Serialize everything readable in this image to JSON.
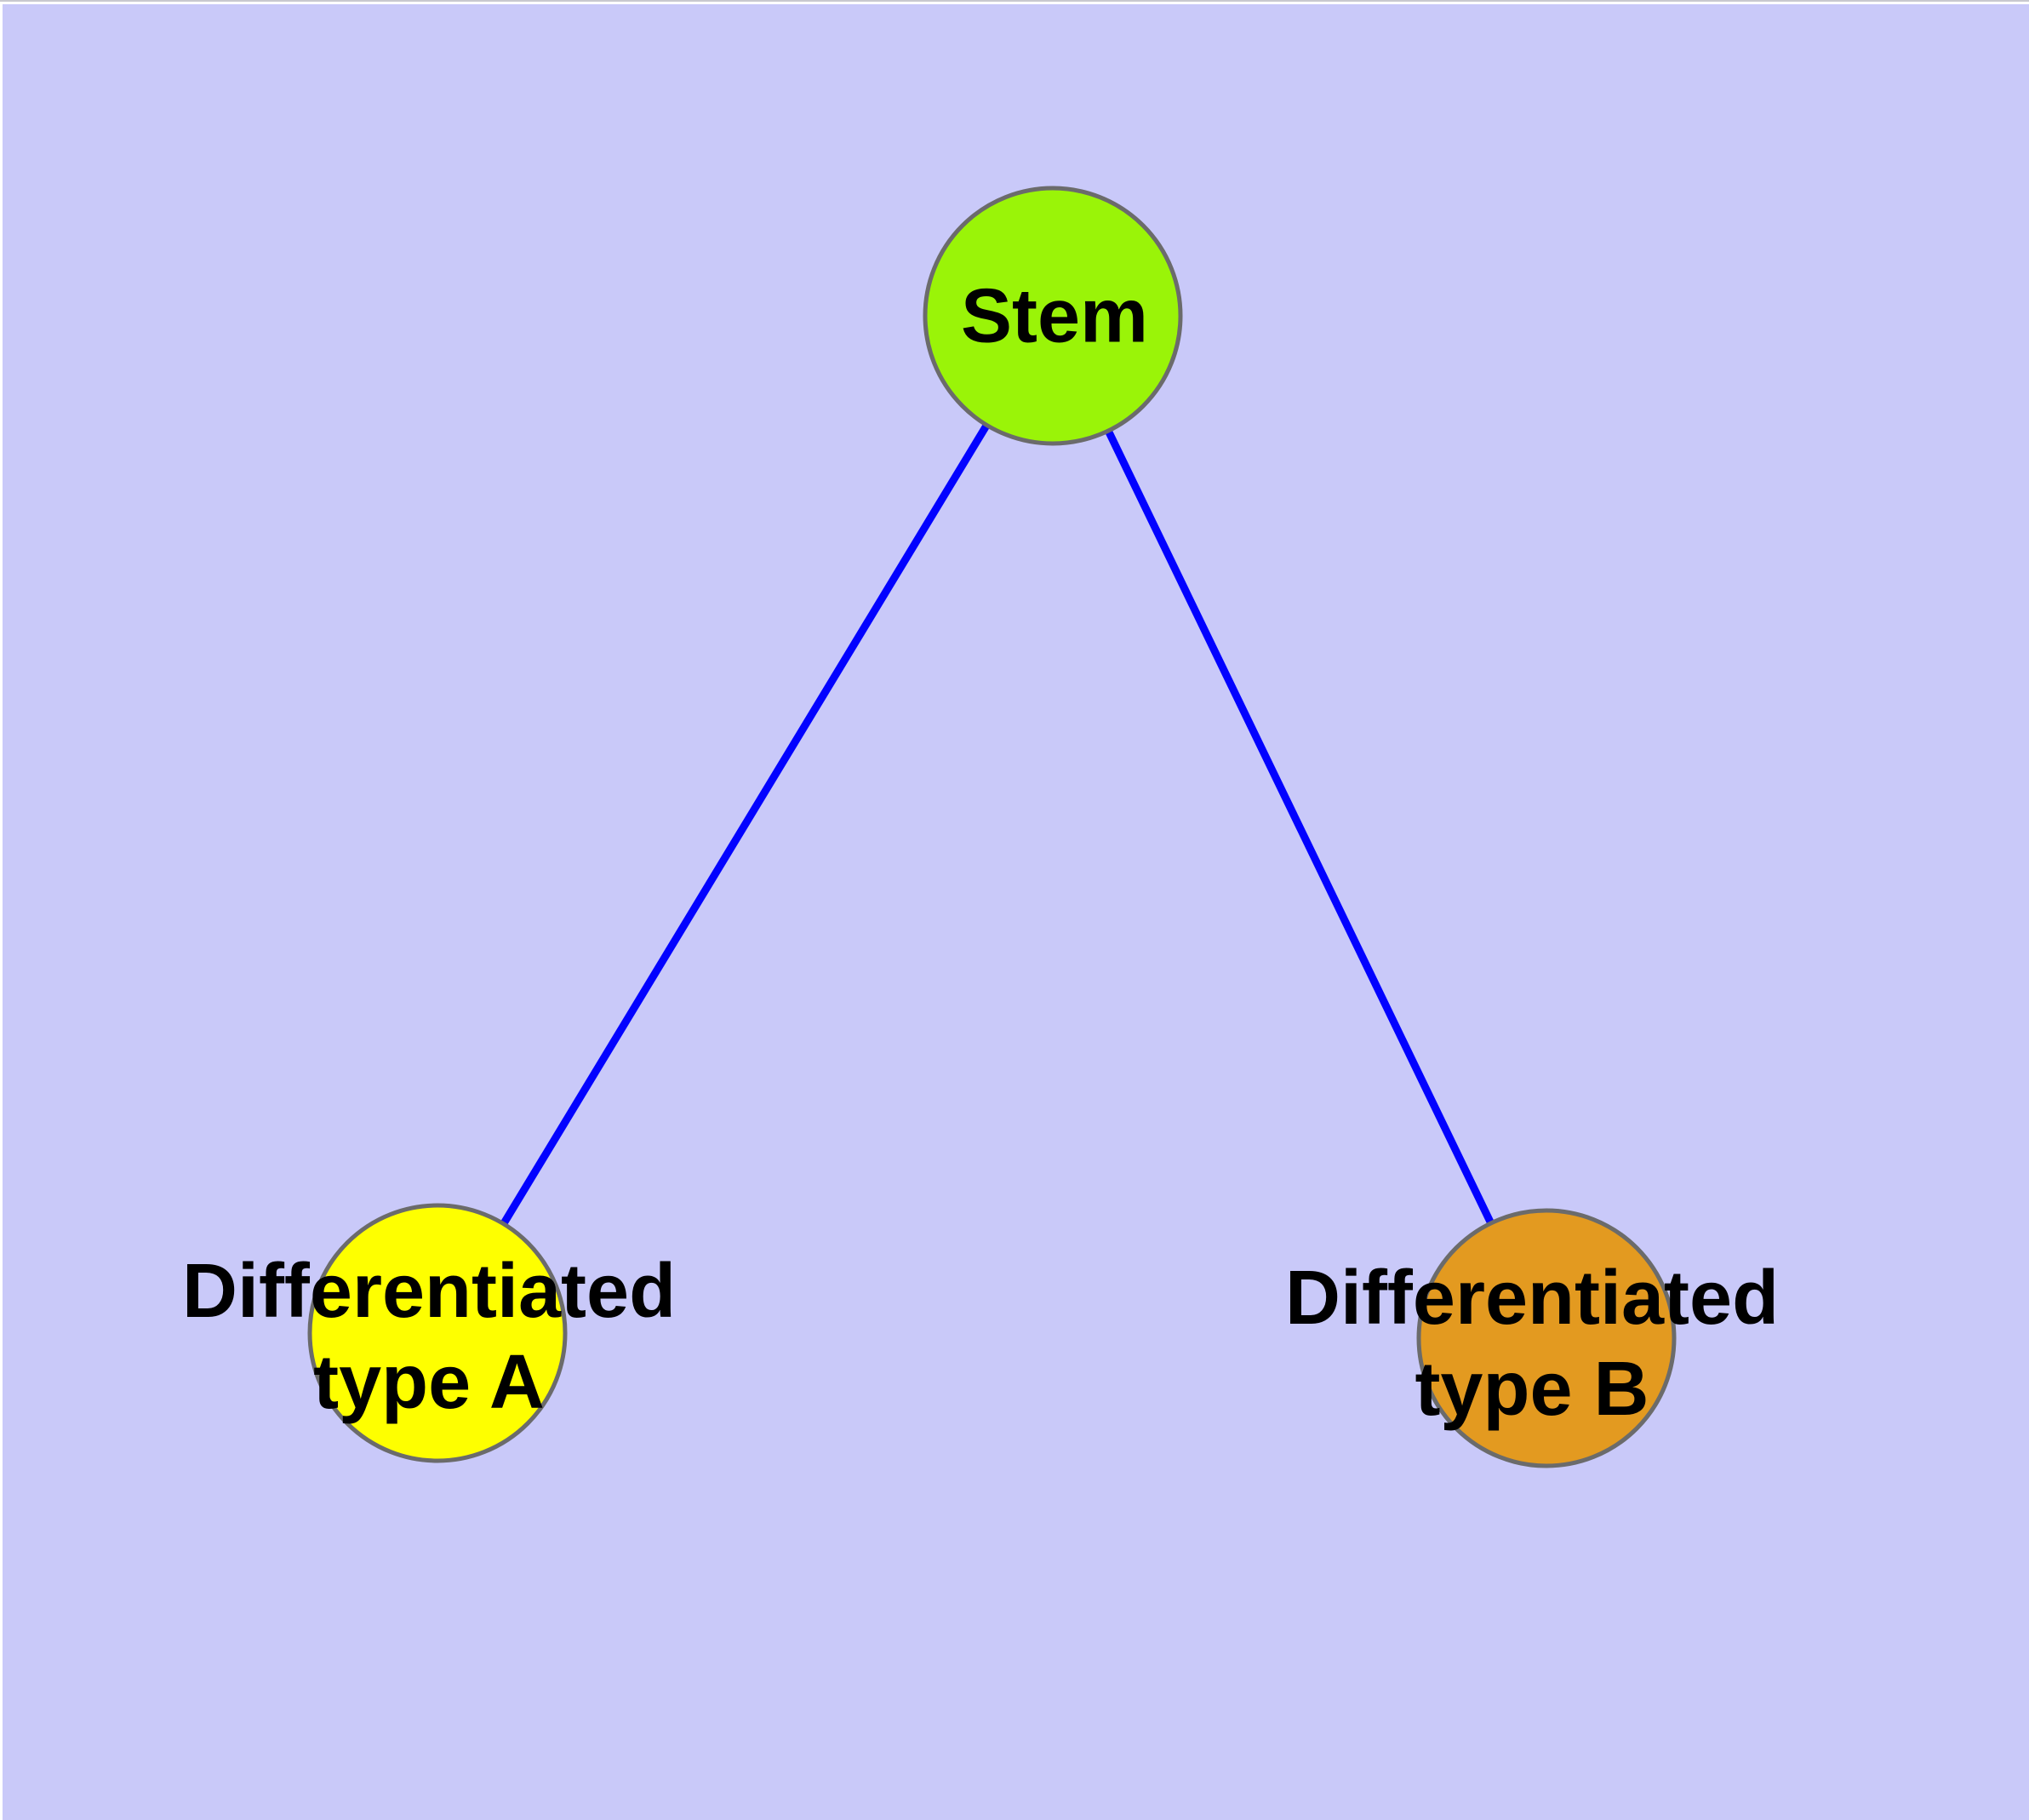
{
  "diagram_type": "node-link graph (cell differentiation hierarchy)",
  "colors": {
    "background": "#c9c9f9",
    "frame": "#ffffff",
    "edge": "#0202ff",
    "node_border": "#6b6b6b",
    "label_text": "#000000",
    "stem_fill": "#9af408",
    "type_a_fill": "#feff00",
    "type_b_fill": "#e39a20"
  },
  "nodes": {
    "stem": {
      "label": "Stem",
      "fill": "#9af408"
    },
    "type_a": {
      "label_lines": [
        "Differentiated",
        "type A"
      ],
      "fill": "#feff00"
    },
    "type_b": {
      "label_lines": [
        "Differentiated",
        "type B"
      ],
      "fill": "#e39a20"
    }
  },
  "edges": [
    {
      "from": "stem",
      "to": "type_a"
    },
    {
      "from": "stem",
      "to": "type_b"
    }
  ]
}
